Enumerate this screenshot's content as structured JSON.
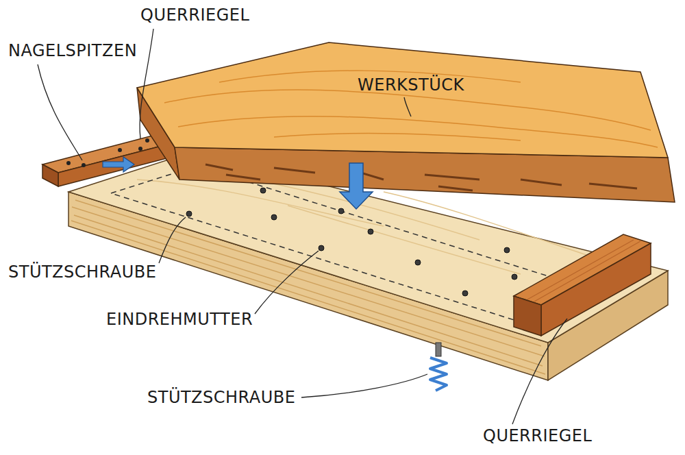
{
  "diagram": {
    "labels": [
      "QUERRIEGEL",
      "NAGELSPITZEN",
      "WERKSTÜCK",
      "STÜTZSCHRAUBE",
      "EINDREHMUTTER",
      "STÜTZSCHRAUBE",
      "QUERRIEGEL"
    ]
  }
}
